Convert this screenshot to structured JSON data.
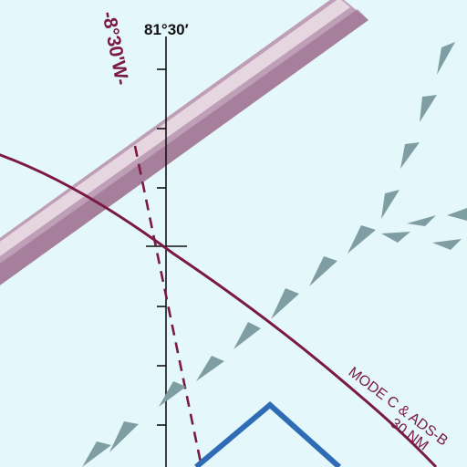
{
  "map": {
    "title": "Aeronautical sectional chart excerpt",
    "colors": {
      "background": "#e4f7fb",
      "meridian": "#111111",
      "mode_c_boundary": "#7a1a44",
      "isogonic_line": "#7a1a44",
      "airway_band": "#a67b9a",
      "arrows": "#7f9ea3",
      "class_boundary": "#2e6cb5"
    },
    "labels": {
      "longitude": "81°30′",
      "isogonic": "-8°30'W-",
      "mode_c": "MODE C & ADS-B",
      "mode_c_radius": "30 NM"
    },
    "meridian": {
      "value": "81°30′"
    }
  }
}
